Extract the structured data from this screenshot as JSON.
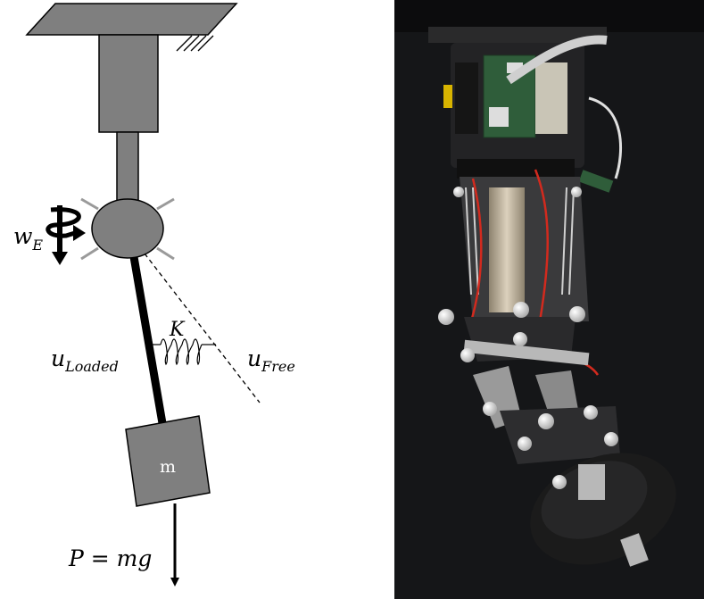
{
  "diagram": {
    "labels": {
      "torque": {
        "main": "w",
        "sub": "E"
      },
      "stiffness": "K",
      "loaded": {
        "main": "u",
        "sub": "Loaded"
      },
      "free": {
        "main": "u",
        "sub": "Free"
      },
      "mass": "m",
      "force": "P = mg"
    },
    "colors": {
      "body_gray": "#7f7f7f",
      "edge": "#000000",
      "tick_gray": "#9a9a9a"
    }
  },
  "photo": {
    "colors": {
      "background": "#151618",
      "metal": "#b8b8b8",
      "pcb": "#2f5d3a",
      "wire_red": "#d22a1e",
      "marker_white": "#e8e8e8",
      "weight_black": "#1b1b1b"
    }
  }
}
